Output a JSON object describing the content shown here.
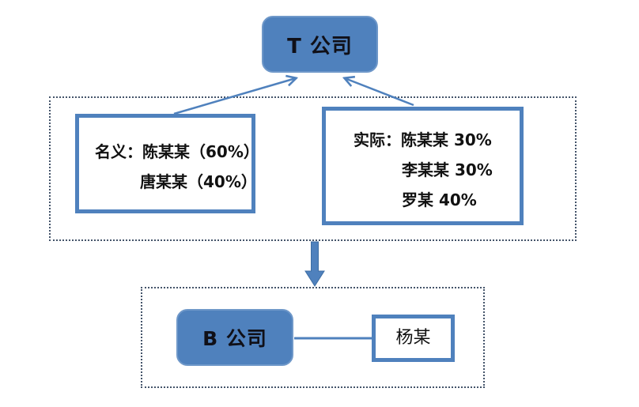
{
  "diagram": {
    "background_color": "#ffffff",
    "accent_color": "#4f81bd",
    "dotted_border_color": "#44546a",
    "text_color": "#111111",
    "t_company": {
      "label": "T 公司"
    },
    "nominal": {
      "line1": "名义：陈某某（60%）",
      "line2": "唐某某（40%）"
    },
    "actual": {
      "line1": "实际：陈某某 30%",
      "line2": "李某某 30%",
      "line3": "罗某 40%"
    },
    "b_company": {
      "label": "B 公司"
    },
    "yang": {
      "label": "杨某"
    },
    "edges": {
      "nominal_to_t": "arrow-up",
      "actual_to_t": "arrow-up",
      "group_to_b_group": "thick-arrow-down",
      "b_to_yang": "plain-line"
    }
  }
}
